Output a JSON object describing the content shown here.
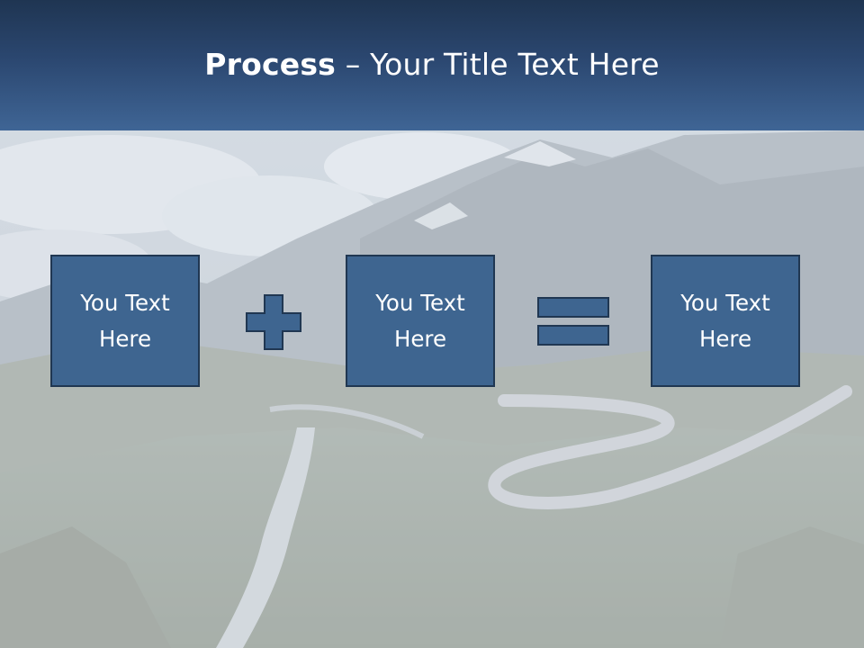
{
  "slide": {
    "title_strong": "Process",
    "title_rest": " – Your Title Text Here",
    "boxes": [
      {
        "label": "You Text Here"
      },
      {
        "label": "You Text Here"
      },
      {
        "label": "You Text Here"
      }
    ],
    "operators": [
      "plus-icon",
      "equals-icon"
    ]
  },
  "colors": {
    "header_top": "#1f3552",
    "header_bottom": "#3f6595",
    "box_fill": "#3e6590",
    "box_border": "#203752",
    "text": "#ffffff"
  }
}
